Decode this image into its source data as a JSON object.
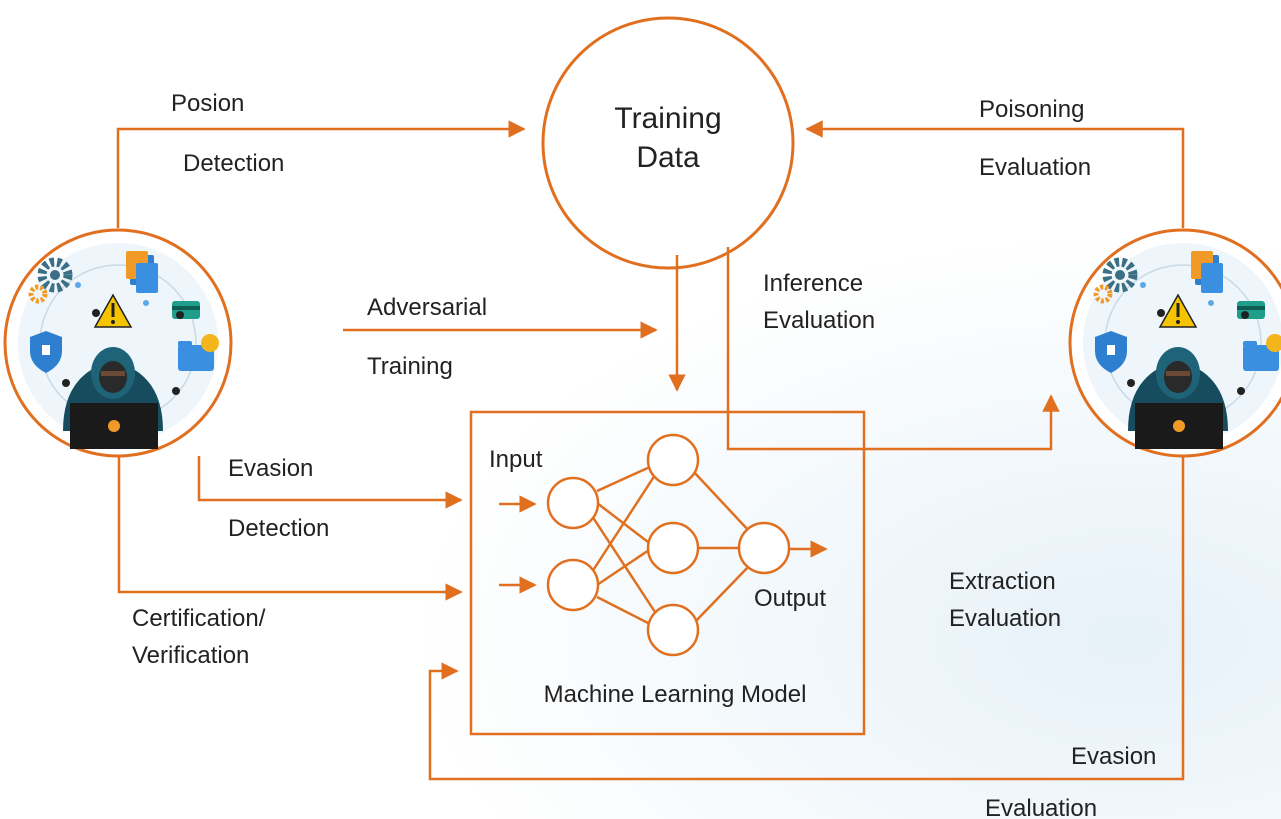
{
  "colors": {
    "accent": "#e07020",
    "text": "#222222",
    "background": "#ffffff"
  },
  "training_data": {
    "line1": "Training",
    "line2": "Data"
  },
  "model": {
    "title": "Machine Learning Model",
    "input_label": "Input",
    "output_label": "Output"
  },
  "labels": {
    "posion": "Posion",
    "detection_top": "Detection",
    "poisoning": "Poisoning",
    "evaluation_top": "Evaluation",
    "inference": "Inference",
    "inference_eval": "Evaluation",
    "adversarial": "Adversarial",
    "training": "Training",
    "evasion_left": "Evasion",
    "detection_left": "Detection",
    "certification": "Certification/",
    "verification": "Verification",
    "extraction": "Extraction",
    "extraction_eval": "Evaluation",
    "evasion_bottom": "Evasion",
    "evaluation_bottom": "Evaluation"
  },
  "actors": [
    {
      "name": "attacker-left",
      "icon": "hooded-hacker-icon"
    },
    {
      "name": "attacker-right",
      "icon": "hooded-hacker-icon"
    }
  ]
}
